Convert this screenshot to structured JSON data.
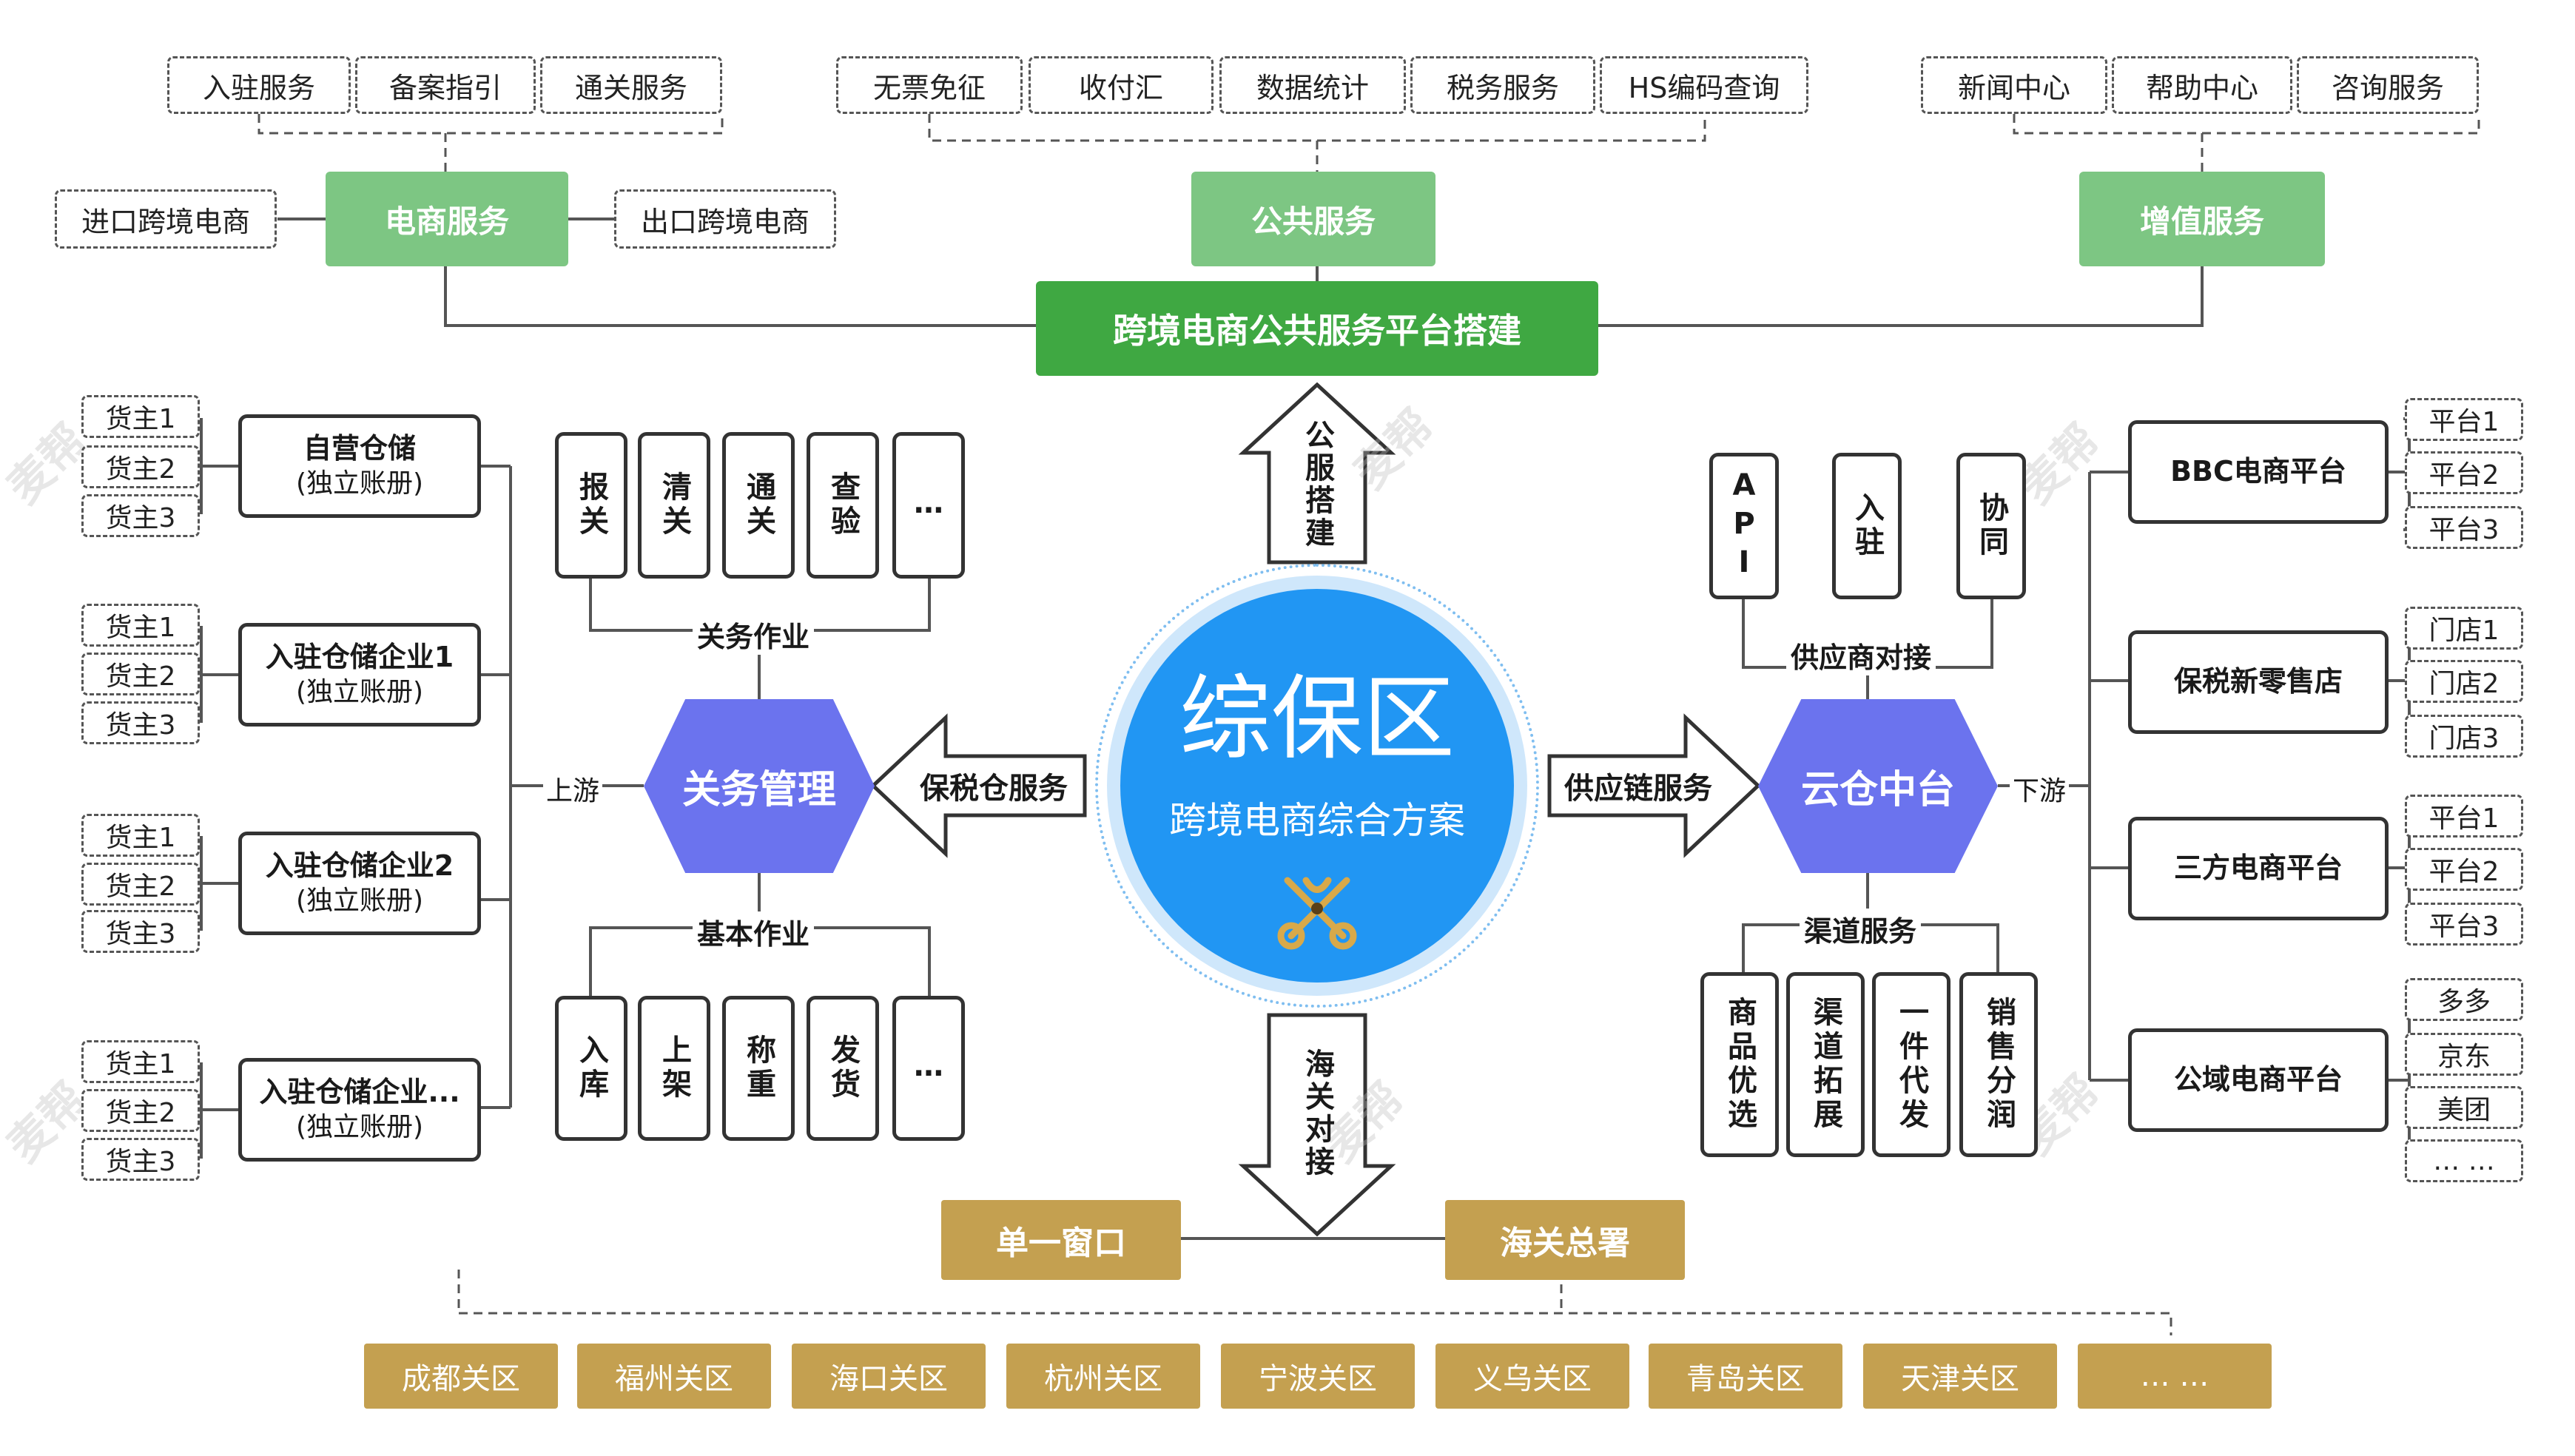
{
  "colors": {
    "green_light": "#7dc683",
    "green_dark": "#3fa842",
    "blue_circle": "#2196f3",
    "hex_purple": "#6b73ee",
    "gold": "#c4a050"
  },
  "top": {
    "platform": "跨境电商公共服务平台搭建",
    "ecommerce": {
      "title": "电商服务",
      "items": [
        "入驻服务",
        "备案指引",
        "通关服务"
      ],
      "left": "进口跨境电商",
      "right": "出口跨境电商"
    },
    "public": {
      "title": "公共服务",
      "items": [
        "无票免征",
        "收付汇",
        "数据统计",
        "税务服务",
        "HS编码查询"
      ]
    },
    "value_added": {
      "title": "增值服务",
      "items": [
        "新闻中心",
        "帮助中心",
        "咨询服务"
      ]
    }
  },
  "center": {
    "title": "综保区",
    "subtitle": "跨境电商综合方案",
    "emblem": "customs-emblem-icon"
  },
  "arrows": {
    "up": "公服搭建",
    "down": "海关对接",
    "left": "保税仓服务",
    "right": "供应链服务"
  },
  "left": {
    "hub": "关务管理",
    "upstream_label": "上游",
    "customs_ops": {
      "label": "关务作业",
      "items": [
        "报关",
        "清关",
        "通关",
        "查验",
        "…"
      ]
    },
    "basic_ops": {
      "label": "基本作业",
      "items": [
        "入库",
        "上架",
        "称重",
        "发货",
        "…"
      ]
    },
    "warehouses": [
      {
        "name": "自营仓储",
        "sub": "(独立账册)",
        "owners": [
          "货主1",
          "货主2",
          "货主3"
        ]
      },
      {
        "name": "入驻仓储企业1",
        "sub": "(独立账册)",
        "owners": [
          "货主1",
          "货主2",
          "货主3"
        ]
      },
      {
        "name": "入驻仓储企业2",
        "sub": "(独立账册)",
        "owners": [
          "货主1",
          "货主2",
          "货主3"
        ]
      },
      {
        "name": "入驻仓储企业...",
        "sub": "(独立账册)",
        "owners": [
          "货主1",
          "货主2",
          "货主3"
        ]
      }
    ]
  },
  "right": {
    "hub": "云仓中台",
    "downstream_label": "下游",
    "supplier": {
      "label": "供应商对接",
      "items": [
        "API",
        "入驻",
        "协同"
      ]
    },
    "channel": {
      "label": "渠道服务",
      "items": [
        "商品优选",
        "渠道拓展",
        "一件代发",
        "销售分润"
      ]
    },
    "platforms": [
      {
        "name": "BBC电商平台",
        "subs": [
          "平台1",
          "平台2",
          "平台3"
        ]
      },
      {
        "name": "保税新零售店",
        "subs": [
          "门店1",
          "门店2",
          "门店3"
        ]
      },
      {
        "name": "三方电商平台",
        "subs": [
          "平台1",
          "平台2",
          "平台3"
        ]
      },
      {
        "name": "公域电商平台",
        "subs": [
          "多多",
          "京东",
          "美团",
          "… …"
        ]
      }
    ]
  },
  "bottom": {
    "single_window": "单一窗口",
    "customs_hq": "海关总署",
    "districts": [
      "成都关区",
      "福州关区",
      "海口关区",
      "杭州关区",
      "宁波关区",
      "义乌关区",
      "青岛关区",
      "天津关区",
      "… …"
    ]
  }
}
